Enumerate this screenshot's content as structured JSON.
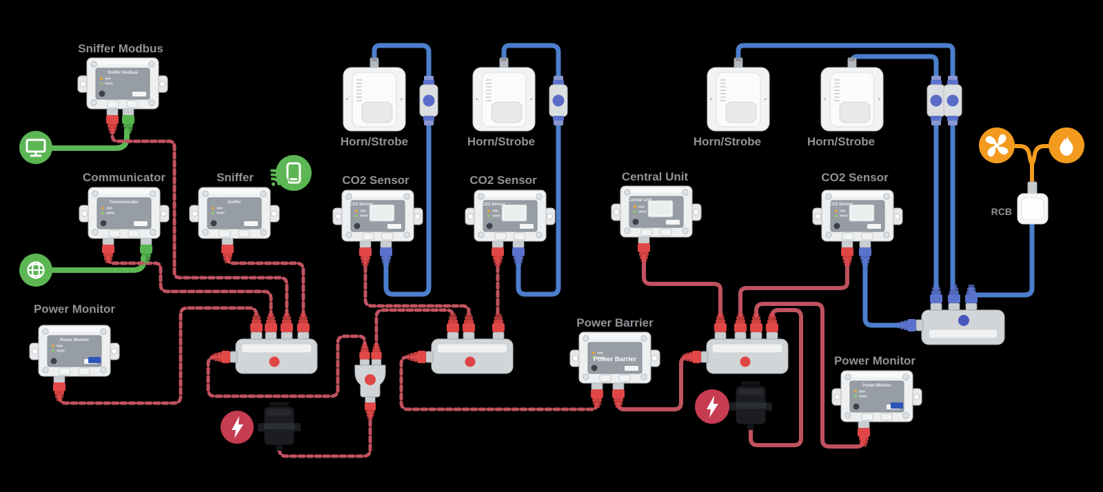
{
  "diagram": {
    "background": "#000000",
    "type": "gas-detection-system-wiring-diagram"
  },
  "labels": {
    "sniffer_modbus": "Sniffer Modbus",
    "communicator": "Communicator",
    "sniffer": "Sniffer",
    "power_monitor_left": "Power Monitor",
    "horn_strobe_1": "Horn/Strobe",
    "horn_strobe_2": "Horn/Strobe",
    "horn_strobe_3": "Horn/Strobe",
    "horn_strobe_4": "Horn/Strobe",
    "co2_sensor_1": "CO2 Sensor",
    "co2_sensor_2": "CO2 Sensor",
    "co2_sensor_3": "CO2 Sensor",
    "central_unit": "Central Unit",
    "power_barrier": "Power Barrier",
    "power_monitor_right": "Power Monitor",
    "rcb": "RCB"
  },
  "printed": {
    "sniffer_modbus": "Sniffer Modbus",
    "communicator": "Communicator",
    "sniffer": "Sniffer",
    "power_monitor_left": "Power Monitor",
    "co2_sensor_1": "CO2 Sensor",
    "co2_sensor_2": "CO2 Sensor",
    "co2_sensor_3": "CO2 Sensor",
    "central_unit": "Central Unit",
    "power_barrier": "Power Barrier",
    "power_monitor_right": "Power Monitor"
  },
  "icons": {
    "monitor": "monitor-icon",
    "globe": "globe-icon",
    "smartphone": "smartphone-icon",
    "wifi": "wifi-icon",
    "fan": "fan-icon",
    "flame": "flame-icon",
    "power_surge_left": "lightning-icon",
    "power_surge_right": "lightning-icon"
  },
  "colors": {
    "wire_bus_red": "#c0525f",
    "wire_network_green": "#5cb654",
    "wire_alarm_blue": "#4b7ecb",
    "wire_relay_orange": "#f39b1e",
    "connector_red": "#e24747",
    "connector_green": "#57b44e",
    "connector_blue": "#5b72cc",
    "badge_green": "#5cb654",
    "badge_orange": "#f39b1e",
    "badge_red": "#c63c50",
    "hub_led_red": "#e04545",
    "hub_led_blue": "#4757bf",
    "label_gray": "#8f9397"
  }
}
